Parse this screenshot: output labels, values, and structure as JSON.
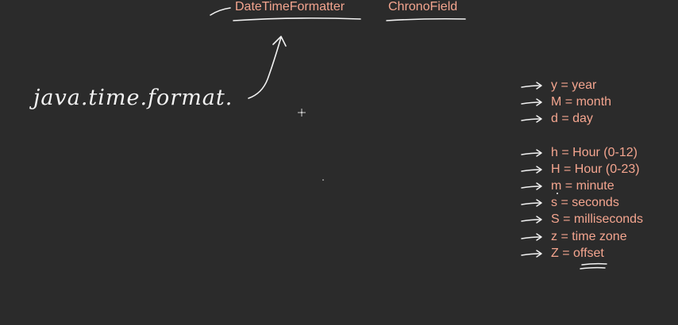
{
  "header": {
    "class_one": "DateTimeFormatter",
    "class_two": "ChronoField"
  },
  "handwriting": {
    "package_name": "java.time.format."
  },
  "legend": {
    "items": [
      {
        "text": "y  = year"
      },
      {
        "text": "M = month"
      },
      {
        "text": "d  = day"
      },
      {
        "text": "h  = Hour (0-12)"
      },
      {
        "text": "H = Hour (0-23)"
      },
      {
        "text": "m = minute"
      },
      {
        "text": "s  = seconds"
      },
      {
        "text": "S = milliseconds"
      },
      {
        "text": "z  = time zone"
      },
      {
        "text": "Z = offset"
      }
    ]
  },
  "colors": {
    "background": "#2b2b2b",
    "annotation": "#f4a58f",
    "ink": "#f2f2f2"
  }
}
